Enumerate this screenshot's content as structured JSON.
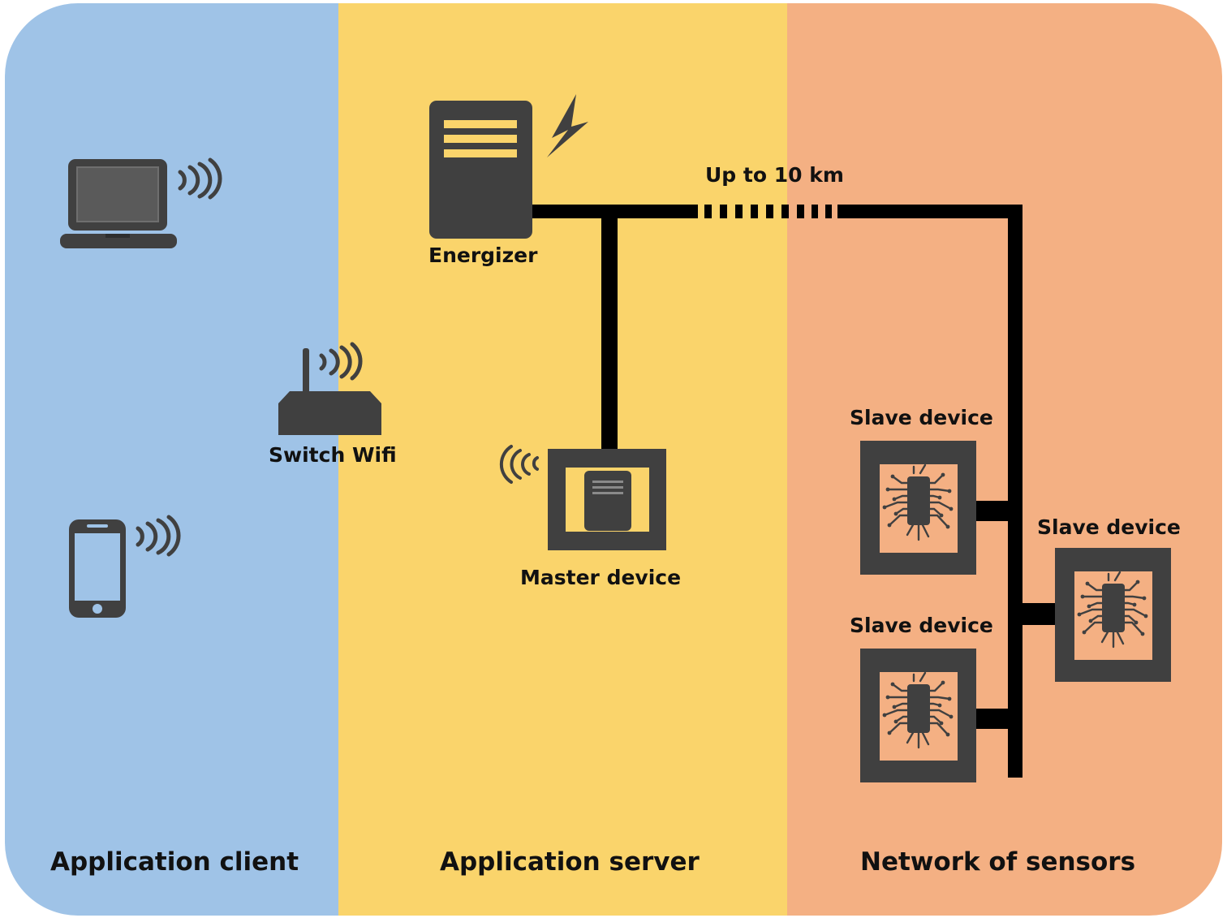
{
  "zones": [
    {
      "name": "Application client",
      "color": "#9fc3e7"
    },
    {
      "name": "Application server",
      "color": "#fad46b"
    },
    {
      "name": "Network of sensors",
      "color": "#f4b083"
    }
  ],
  "labels": {
    "energizer": "Energizer",
    "distance": "Up to 10 km",
    "switch_wifi": "Switch Wifi",
    "master_device": "Master device",
    "slave_device_1": "Slave device",
    "slave_device_2": "Slave device",
    "slave_device_3": "Slave device"
  },
  "icons": [
    "laptop-icon",
    "smartphone-icon",
    "wifi-router-icon",
    "server-icon",
    "lightning-icon",
    "master-device-icon",
    "slave-device-icon"
  ],
  "colors": {
    "device": "#404040",
    "line": "#000000",
    "chip_bg": "#f4b083",
    "energizer_stripe": "#fad46b"
  }
}
